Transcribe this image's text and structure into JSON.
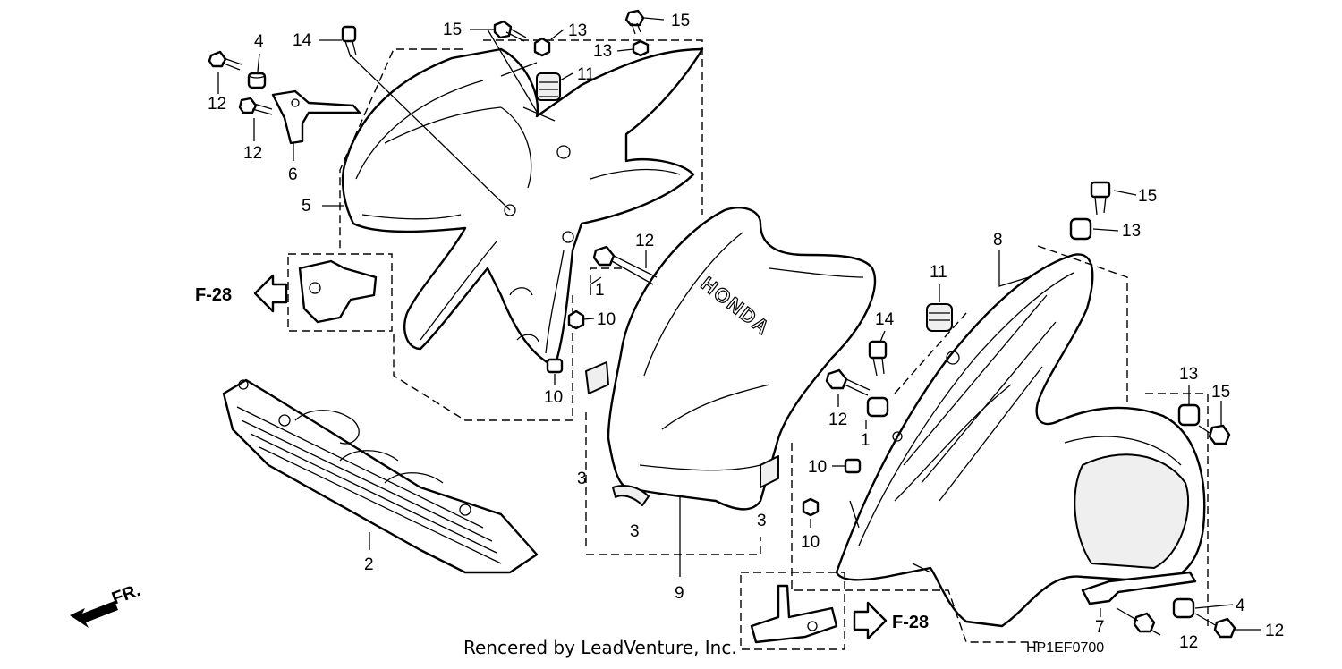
{
  "diagram": {
    "part_numbers": [
      "1",
      "2",
      "3",
      "4",
      "5",
      "6",
      "7",
      "8",
      "9",
      "10",
      "11",
      "12",
      "13",
      "14",
      "15"
    ],
    "callouts": {
      "c14_top": "14",
      "c15_top_a": "15",
      "c13_top_a": "13",
      "c15_top_b": "15",
      "c13_top_b": "13",
      "c11_top": "11",
      "c4_top": "4",
      "c12_top_a": "12",
      "c12_top_b": "12",
      "c6": "6",
      "c5": "5",
      "c12_mid": "12",
      "c1_mid": "1",
      "c10_mid_a": "10",
      "c10_mid_b": "10",
      "c2": "2",
      "c3_a": "3",
      "c3_b": "3",
      "c3_c": "3",
      "c9": "9",
      "c15_right_a": "15",
      "c13_right_a": "13",
      "c8": "8",
      "c11_right": "11",
      "c14_right": "14",
      "c12_right_mid": "12",
      "c1_right": "1",
      "c10_right_a": "10",
      "c10_right_b": "10",
      "c13_right_b": "13",
      "c15_right_b": "15",
      "c7": "7",
      "c12_bottom_a": "12",
      "c4_bottom": "4",
      "c12_bottom_b": "12"
    },
    "ref_left": "F-28",
    "ref_right": "F-28",
    "front_marker": "FR.",
    "fender_logo": "HONDA",
    "credit": "Rencered by LeadVenture, Inc.",
    "diagram_code": "HP1EF0700"
  }
}
